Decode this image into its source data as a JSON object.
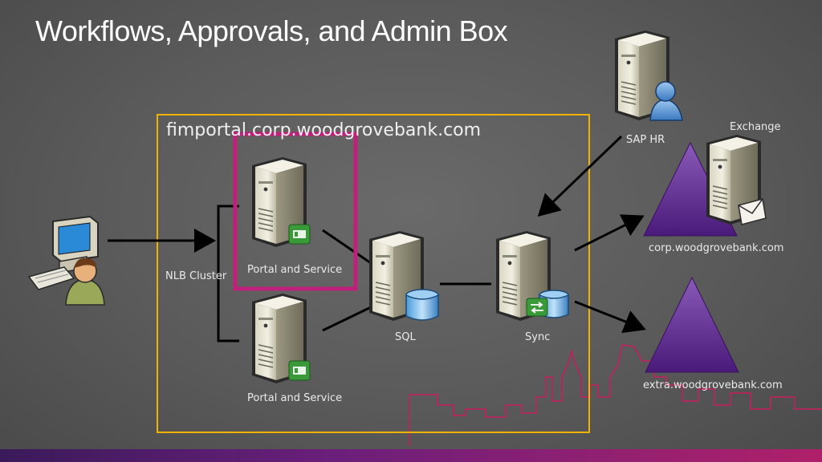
{
  "slide": {
    "title": "Workflows, Approvals, and Admin Box",
    "domain_box_label": "fimportal.corp.woodgrovebank.com"
  },
  "labels": {
    "nlb_cluster": "NLB Cluster",
    "portal_top": "Portal and Service",
    "portal_bottom": "Portal and Service",
    "sql": "SQL",
    "sync": "Sync",
    "sap_hr": "SAP HR",
    "exchange": "Exchange",
    "corp_forest": "corp.woodgrovebank.com",
    "extra_forest": "extra.woodgrovebank.com"
  },
  "colors": {
    "domain_box": "#f0b400",
    "highlight_box": "#c0207a",
    "forest_triangle": "#5a2a8a",
    "skyline": "#c0205a"
  }
}
